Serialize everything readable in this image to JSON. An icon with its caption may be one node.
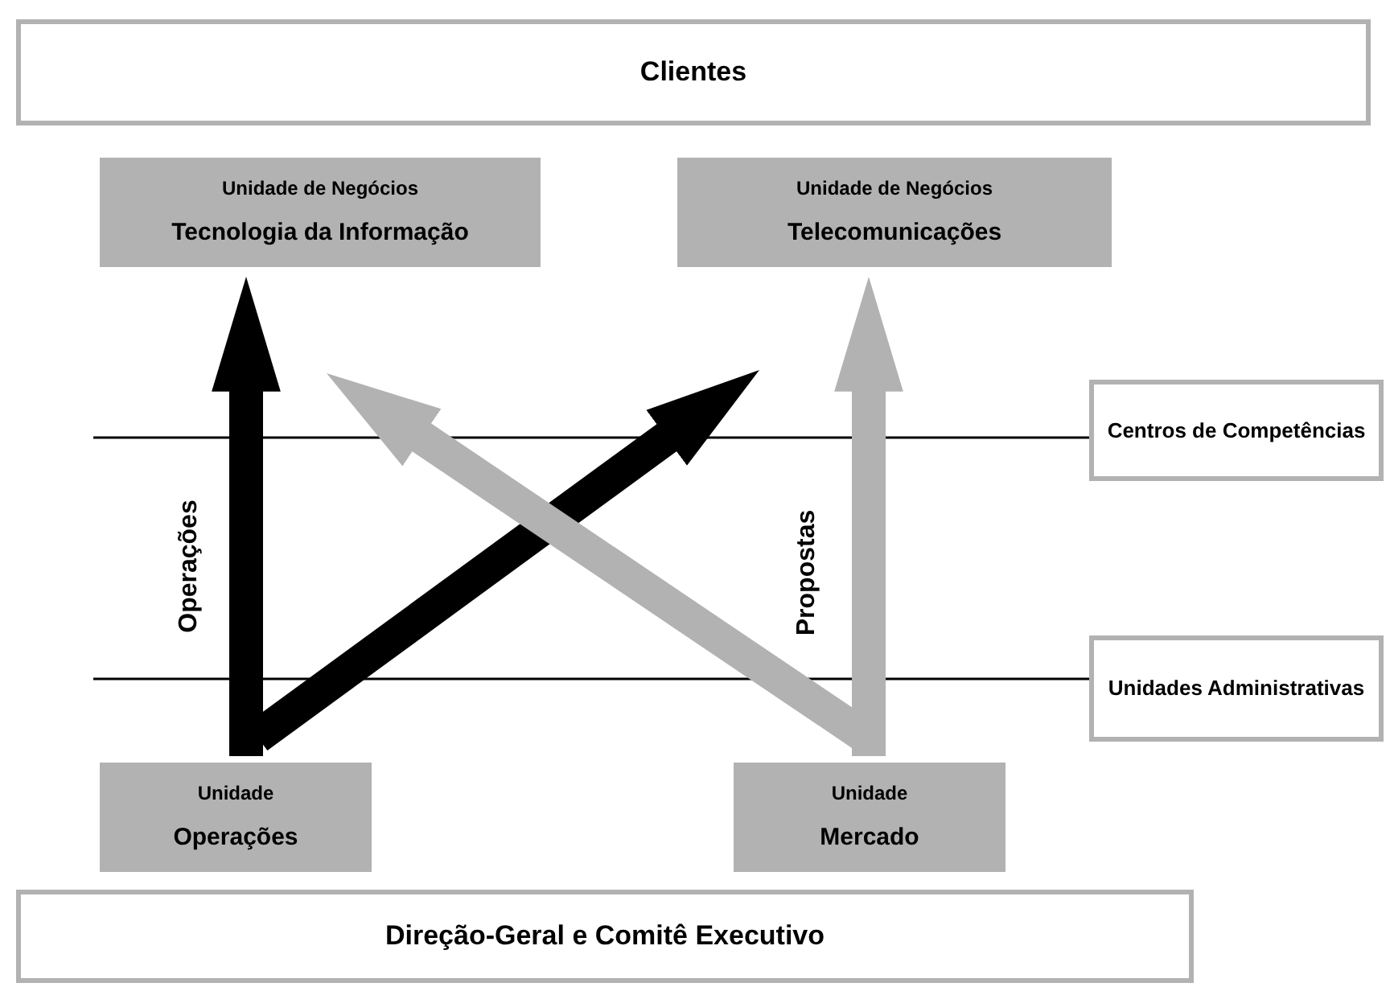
{
  "diagram": {
    "nodes": [
      {
        "text": [
          "Clientes"
        ]
      },
      {
        "text": [
          "Unidade de Negócios",
          "Tecnologia da Informação"
        ]
      },
      {
        "text": [
          "Unidade de Negócios",
          "Telecomunicações"
        ]
      },
      {
        "text": [
          "Centros de Competências"
        ]
      },
      {
        "text": [
          "Unidades Administrativas"
        ]
      },
      {
        "text": [
          "Unidade",
          "Operações"
        ]
      },
      {
        "text": [
          "Unidade",
          "Mercado"
        ]
      },
      {
        "text": [
          "Direção-Geral e Comitê Executivo"
        ]
      }
    ],
    "edges": [
      {
        "from": 5,
        "to": 1,
        "arrow": "to",
        "label": "Operações",
        "color": "#000000"
      },
      {
        "from": 5,
        "to": 2,
        "arrow": "to",
        "color": "#000000"
      },
      {
        "from": 6,
        "to": 1,
        "arrow": "to",
        "color": "#b2b2b2"
      },
      {
        "from": 6,
        "to": 2,
        "arrow": "to",
        "label": "Propostas",
        "color": "#b2b2b2"
      }
    ]
  }
}
